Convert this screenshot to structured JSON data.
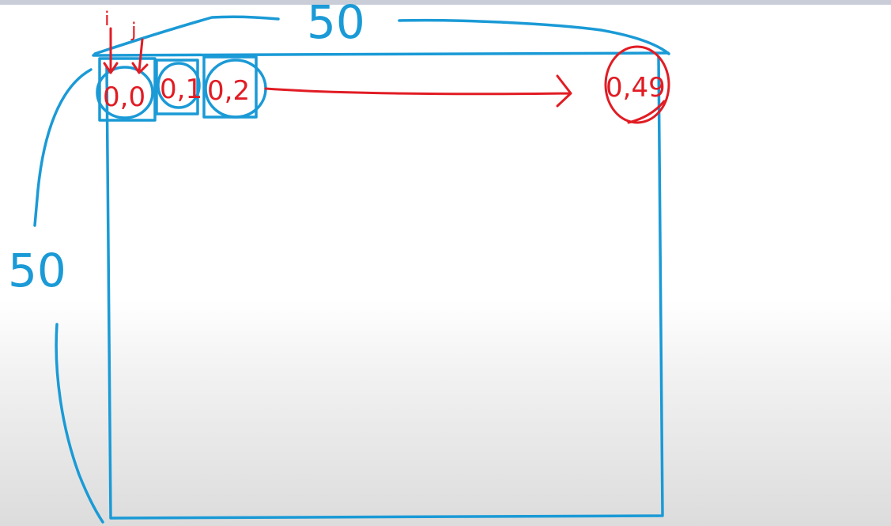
{
  "diagram": {
    "width_label": "50",
    "height_label": "50",
    "index_i": "i",
    "index_j": "j",
    "cells": [
      "0,0",
      "0,1",
      "0,2"
    ],
    "last_cell": "0,49",
    "colors": {
      "grid": "#1a9ad6",
      "annotation": "#e11c24"
    }
  }
}
